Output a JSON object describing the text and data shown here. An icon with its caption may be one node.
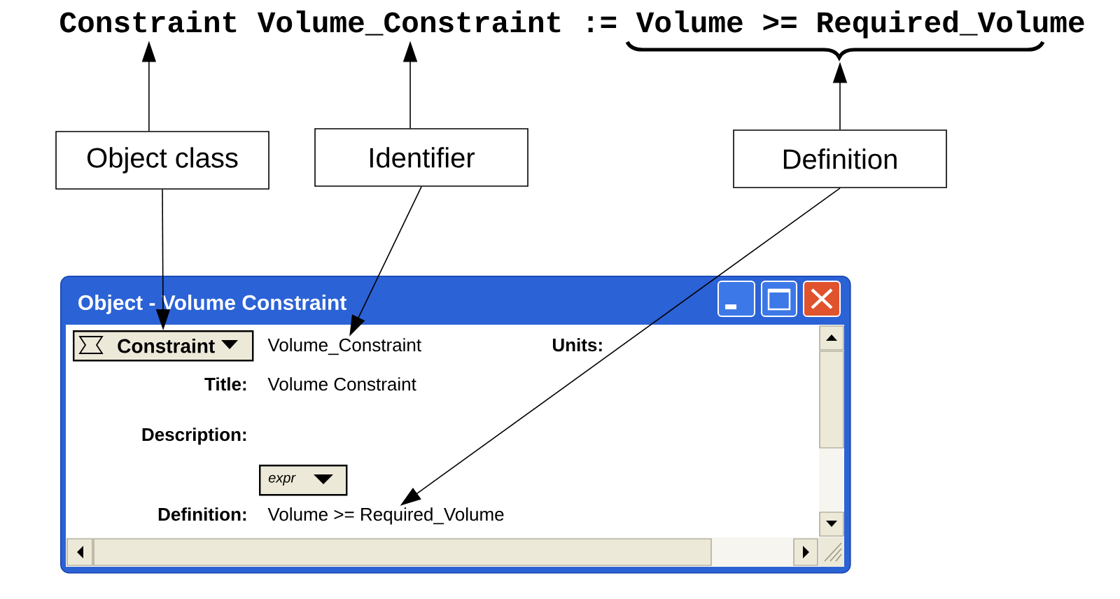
{
  "diagram": {
    "nodes": [
      {
        "text": [
          "Constraint"
        ]
      },
      {
        "text": [
          "Volume_Constraint"
        ]
      },
      {
        "text": [
          "Volume >= Required_Volume"
        ]
      },
      {
        "text": [
          "Object class"
        ]
      },
      {
        "text": [
          "Identifier"
        ]
      },
      {
        "text": [
          "Definition"
        ]
      },
      {
        "text": [
          "Object - Volume Constraint"
        ]
      },
      {
        "text": [
          "Constraint"
        ],
        "in": 6
      },
      {
        "text": [
          "Volume_Constraint"
        ],
        "in": 6
      },
      {
        "text": [
          "expr"
        ],
        "in": 6
      },
      {
        "text": [
          "Volume >= Required_Volume"
        ],
        "in": 6
      }
    ],
    "edges": [
      {
        "from": 3,
        "to": 0,
        "arrow": "to"
      },
      {
        "from": 4,
        "to": 1,
        "arrow": "to"
      },
      {
        "from": 5,
        "to": 2,
        "arrow": "to"
      },
      {
        "from": 3,
        "to": 7,
        "arrow": "to"
      },
      {
        "from": 4,
        "to": 8,
        "arrow": "to"
      },
      {
        "from": 5,
        "to": 10,
        "arrow": "to"
      }
    ],
    "labels": [
      ":=",
      "Units:",
      "Title:",
      "Volume Constraint",
      "Description:",
      "Definition:"
    ]
  }
}
